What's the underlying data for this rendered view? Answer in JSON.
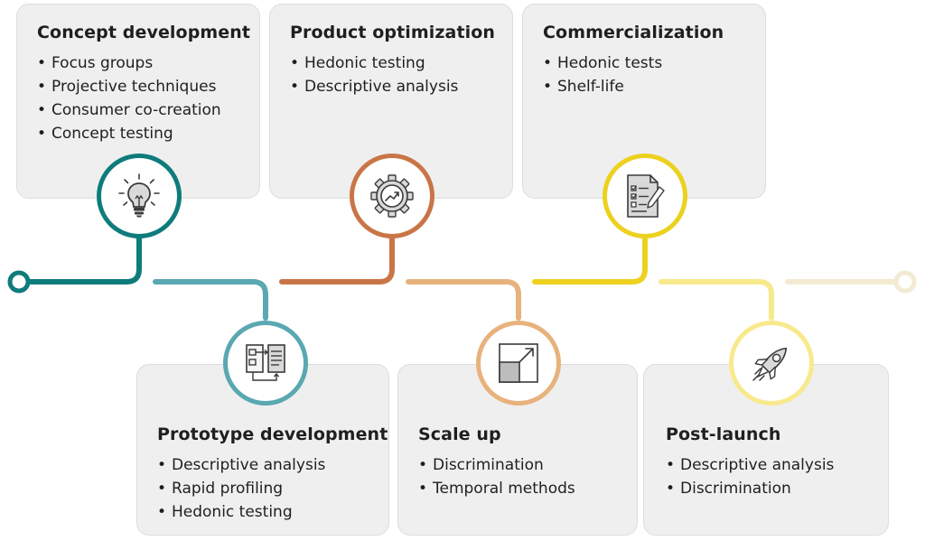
{
  "colors": {
    "teal_dark": "#0f7c7c",
    "teal_light": "#5aa8b1",
    "orange_dark": "#c97547",
    "orange_light": "#e8b27d",
    "yellow_dark": "#ecd11f",
    "yellow_light": "#f8e98c",
    "cream": "#f3ead2",
    "card_bg": "#efefef",
    "icon_gray": "#3a3a3a"
  },
  "stages": [
    {
      "title": "Concept development",
      "items": [
        "Focus groups",
        "Projective techniques",
        "Consumer co-creation",
        "Concept testing"
      ],
      "icon": "lightbulb-icon"
    },
    {
      "title": "Prototype development",
      "items": [
        "Descriptive analysis",
        "Rapid profiling",
        "Hedonic testing"
      ],
      "icon": "prototype-diagram-icon"
    },
    {
      "title": "Product optimization",
      "items": [
        "Hedonic testing",
        "Descriptive analysis"
      ],
      "icon": "gear-trend-icon"
    },
    {
      "title": "Scale up",
      "items": [
        "Discrimination",
        "Temporal methods"
      ],
      "icon": "scale-up-icon"
    },
    {
      "title": "Commercialization",
      "items": [
        "Hedonic tests",
        "Shelf-life"
      ],
      "icon": "checklist-icon"
    },
    {
      "title": "Post-launch",
      "items": [
        "Descriptive analysis",
        "Discrimination"
      ],
      "icon": "rocket-icon"
    }
  ]
}
